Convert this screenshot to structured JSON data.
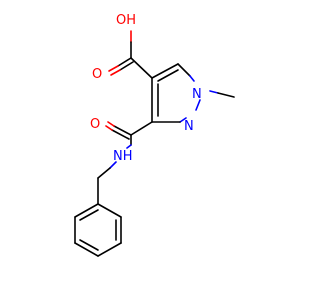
{
  "molecule": {
    "atom_labels": {
      "hydroxyl": "OH",
      "carbonyl_oxygen_acid": "O",
      "carbonyl_oxygen_amide": "O",
      "amide_nitrogen": "NH",
      "ring_nitrogen_1": "N",
      "ring_nitrogen_2": "N"
    },
    "colors": {
      "bond": "#000000",
      "oxygen": "#ff0000",
      "nitrogen": "#0000ff",
      "background": "#ffffff"
    }
  }
}
